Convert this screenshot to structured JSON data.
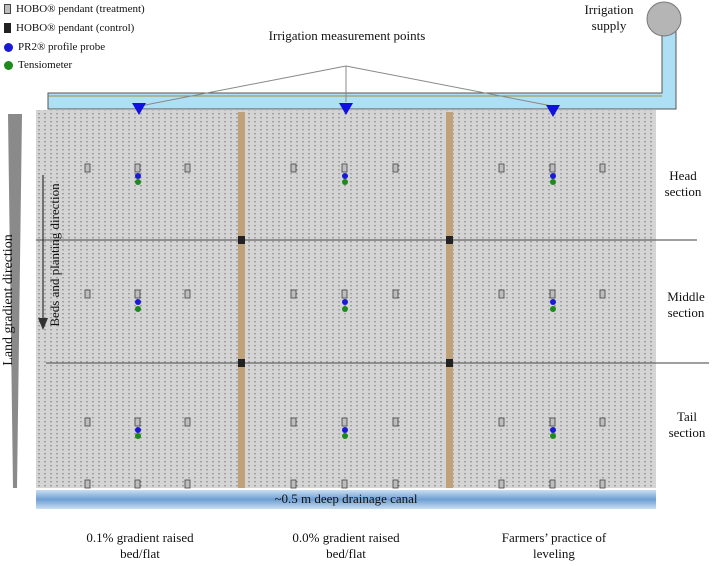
{
  "legend": {
    "treatment": "HOBO® pendant (treatment)",
    "control": "HOBO® pendant (control)",
    "pr2": "PR2® profile probe",
    "tensiometer": "Tensiometer"
  },
  "labels": {
    "irrigation_supply": "Irrigation supply",
    "measurement_points": "Irrigation measurement points",
    "land_gradient": "Land gradient direction",
    "beds_direction": "Beds and planting direction",
    "drainage_canal": "~0.5 m deep drainage canal"
  },
  "sections": [
    "Head section",
    "Middle section",
    "Tail section"
  ],
  "treatments": [
    "0.1% gradient raised bed/flat",
    "0.0% gradient raised bed/flat",
    "Farmers’ practice of leveling"
  ],
  "colors": {
    "field": "#d4d4d4",
    "pipe": "#aee0f5",
    "arrow": "#1010e0",
    "pr2": "#1a1ad6",
    "tensiometer": "#1c8a1c",
    "bund": "#bfa17a",
    "canal": "#7aa8d6"
  }
}
